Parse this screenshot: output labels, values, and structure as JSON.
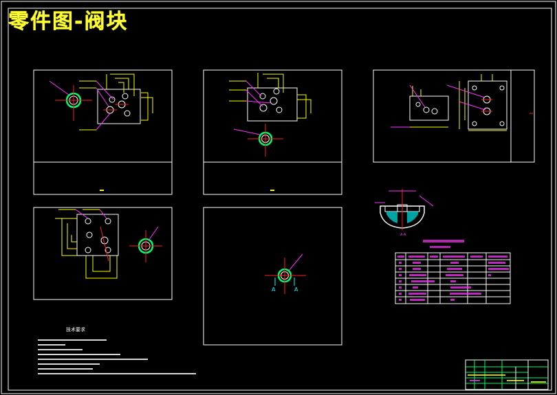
{
  "title": "零件图-阀块",
  "tech_notes": {
    "heading": "技术要求"
  },
  "view_labels": {
    "section_a": "A-A",
    "arrow_a_left": "A",
    "arrow_a_right": "A"
  },
  "colors": {
    "frame": "#ffffff",
    "title": "#ffff33",
    "dimension": "#ffff00",
    "outline": "#ffffff",
    "centerline": "#ff2020",
    "leader": "#ff33ff",
    "hole": "#00ff66",
    "table_text": "#ff33ff",
    "hatch": "#00cccc"
  }
}
